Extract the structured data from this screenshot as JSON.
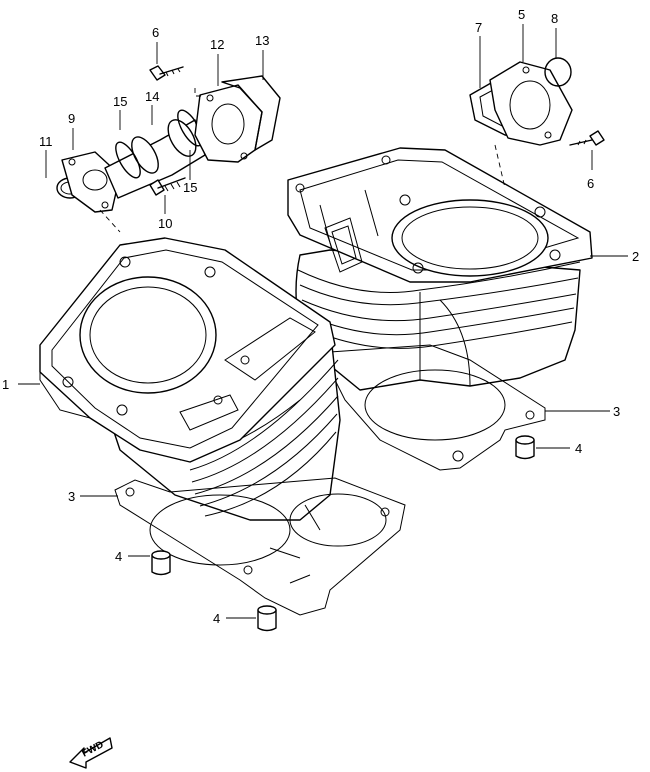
{
  "callouts": [
    {
      "id": "c1",
      "text": "1"
    },
    {
      "id": "c2",
      "text": "2"
    },
    {
      "id": "c3a",
      "text": "3"
    },
    {
      "id": "c3b",
      "text": "3"
    },
    {
      "id": "c4a",
      "text": "4"
    },
    {
      "id": "c4b",
      "text": "4"
    },
    {
      "id": "c4c",
      "text": "4"
    },
    {
      "id": "c5",
      "text": "5"
    },
    {
      "id": "c6a",
      "text": "6"
    },
    {
      "id": "c6b",
      "text": "6"
    },
    {
      "id": "c7",
      "text": "7"
    },
    {
      "id": "c8",
      "text": "8"
    },
    {
      "id": "c9",
      "text": "9"
    },
    {
      "id": "c10",
      "text": "10"
    },
    {
      "id": "c11",
      "text": "11"
    },
    {
      "id": "c12",
      "text": "12"
    },
    {
      "id": "c13",
      "text": "13"
    },
    {
      "id": "c14",
      "text": "14"
    },
    {
      "id": "c15a",
      "text": "15"
    },
    {
      "id": "c15b",
      "text": "15"
    }
  ],
  "fwd_label": "FWD",
  "colors": {
    "line": "#000000",
    "background": "#ffffff"
  }
}
